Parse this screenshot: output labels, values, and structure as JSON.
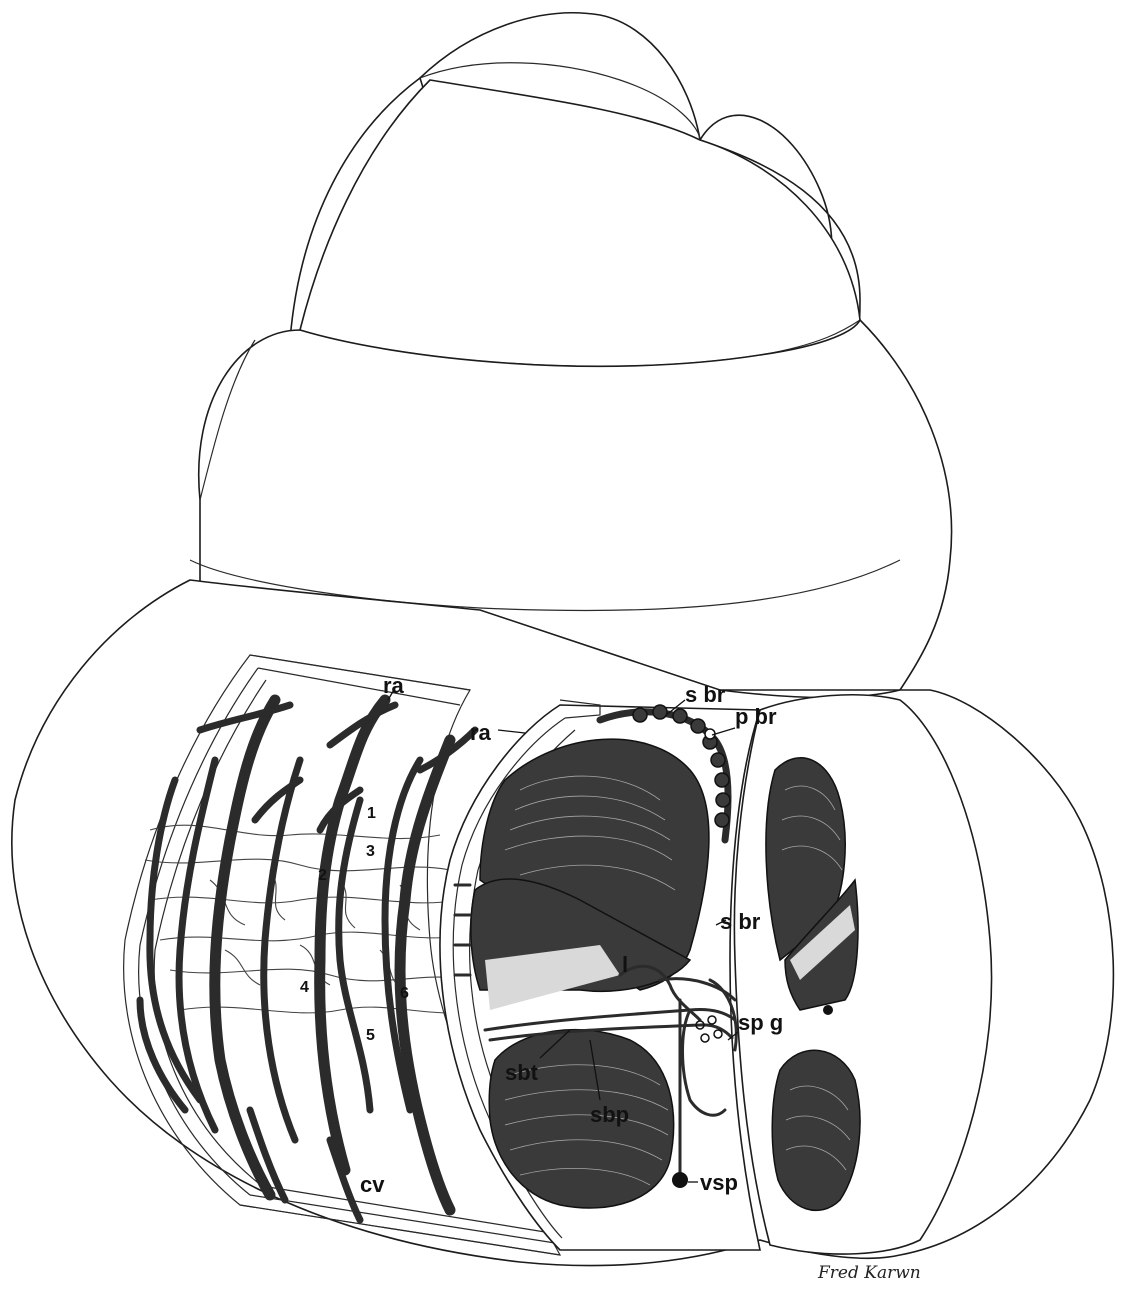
{
  "labels": {
    "ra_top": "ra",
    "ra_side": "ra",
    "s_br_top": "s br",
    "p_br": "p br",
    "s_br_mid": "s br",
    "l": "l",
    "sp_g": "sp g",
    "sbt": "sbt",
    "sbp": "sbp",
    "vsp": "vsp",
    "cv": "cv"
  },
  "numbers": [
    "1",
    "2",
    "3",
    "4",
    "5",
    "6"
  ],
  "signature": "Fred Karwn",
  "colors": {
    "ink": "#2b2b2b",
    "paper": "#ffffff"
  }
}
